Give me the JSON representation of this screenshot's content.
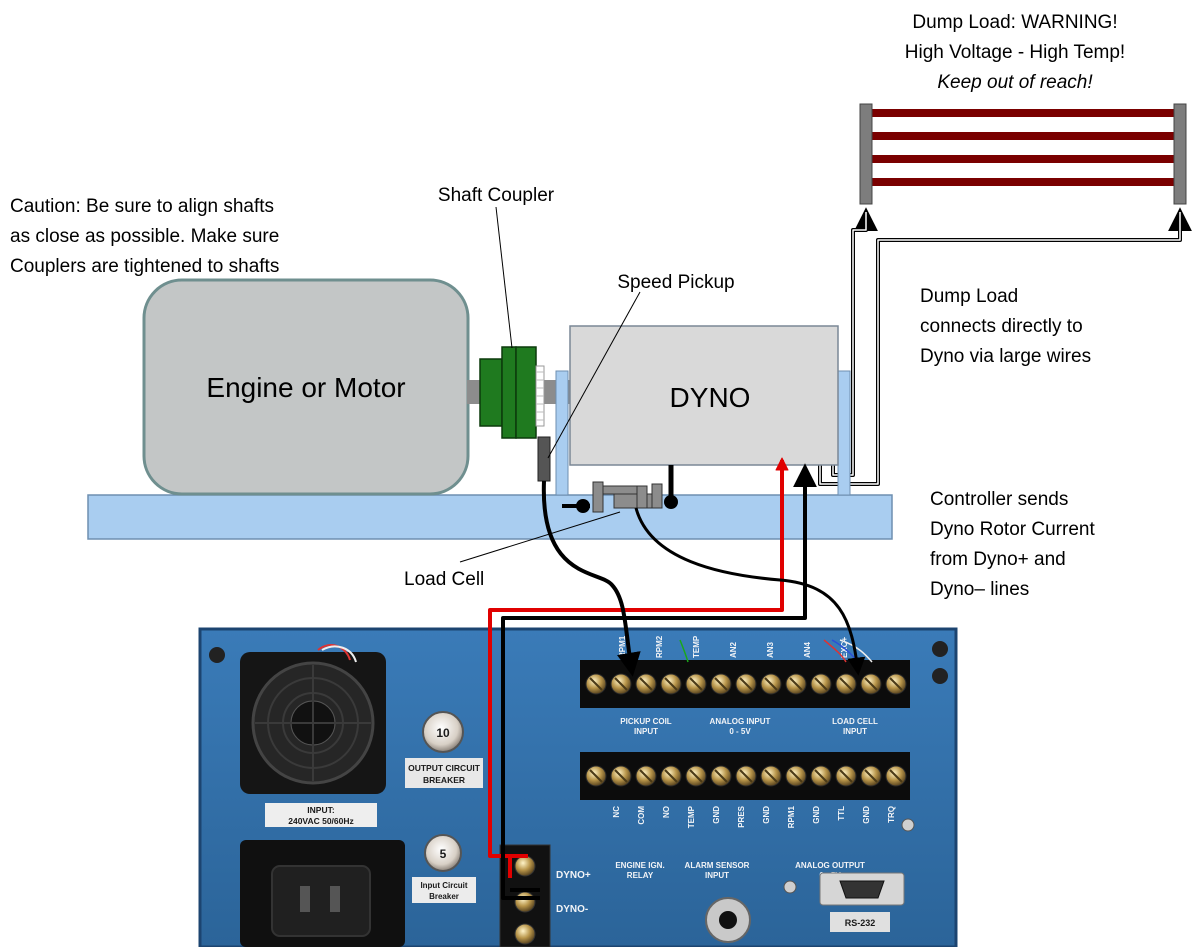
{
  "labels": {
    "dump_load_line1": "Dump Load: WARNING!",
    "dump_load_line2": "High Voltage - High Temp!",
    "dump_load_line3": "Keep out of reach!",
    "caution_line1": "Caution: Be sure to align shafts",
    "caution_line2": "as close as possible. Make sure",
    "caution_line3": "Couplers are tightened to shafts",
    "shaft_coupler": "Shaft Coupler",
    "speed_pickup": "Speed Pickup",
    "engine": "Engine or Motor",
    "dyno": "DYNO",
    "dump_connect_line1": "Dump Load",
    "dump_connect_line2": "connects directly to",
    "dump_connect_line3": "Dyno via large wires",
    "controller_line1": "Controller  sends",
    "controller_line2": "Dyno Rotor Current",
    "controller_line3": "from Dyno+ and",
    "controller_line4": "Dyno– lines",
    "load_cell": "Load Cell"
  },
  "panel": {
    "top_terminal_labels": [
      "RPM1",
      "RPM2",
      "TEMP",
      "AN2",
      "AN3",
      "AN4",
      "EXC+"
    ],
    "pickup_coil": "PICKUP COIL",
    "input": "INPUT",
    "analog_input": "ANALOG INPUT",
    "zero_5v": "0 - 5V",
    "load_cell": "LOAD CELL",
    "load_cell_input": "INPUT",
    "bottom_terminal_labels": [
      "NC",
      "COM",
      "NO",
      "TEMP",
      "GND",
      "PRES",
      "GND",
      "RPM1",
      "GND",
      "TTL",
      "GND",
      "TRQ"
    ],
    "engine_ign": "ENGINE IGN.",
    "relay": "RELAY",
    "alarm_sensor": "ALARM SENSOR",
    "alarm_input": "INPUT",
    "analog_output": "ANALOG OUTPUT",
    "analog_output_range": "0 - 5V",
    "breaker_output_num": "10",
    "output_circuit": "OUTPUT CIRCUIT",
    "breaker": "BREAKER",
    "breaker_input_num": "5",
    "input_circuit": "Input Circuit",
    "input_breaker": "Breaker",
    "input_power_line1": "INPUT:",
    "input_power_line2": "240VAC 50/60Hz",
    "dyno_plus": "DYNO+",
    "dyno_minus": "DYNO-",
    "rs232": "RS-232"
  },
  "colors": {
    "engine_fill": "#c3c6c6",
    "dyno_fill": "#d9d9d9",
    "base_plate": "#a9cdf0",
    "coupler_green": "#1f7a1f",
    "dump_resistor": "#7a0000",
    "red_wire": "#e00000",
    "panel_blue": "#2f6ea8"
  }
}
